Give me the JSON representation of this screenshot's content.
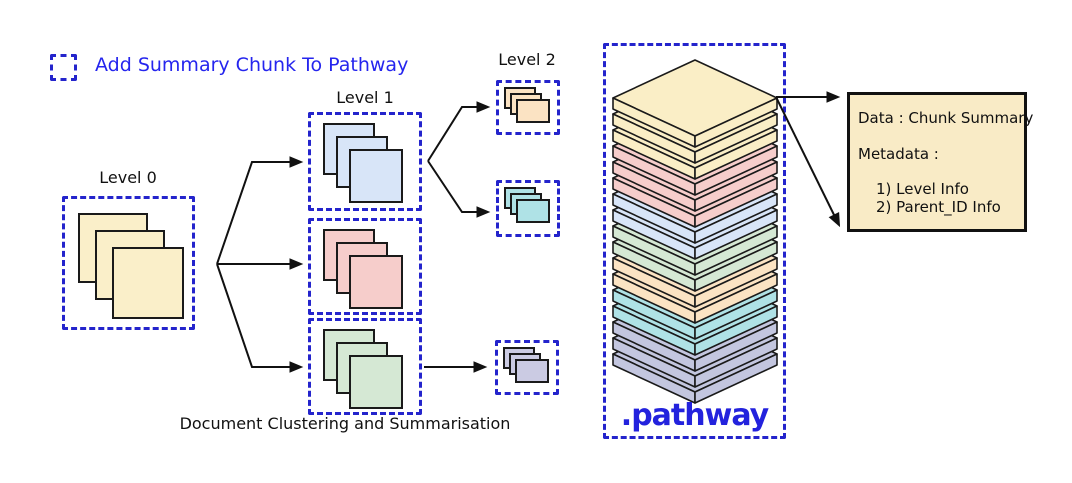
{
  "colors": {
    "accent": "#2424cc",
    "legend_text": "#2525ee",
    "logo": "#2322dd",
    "info_bg": "#F9EBC6",
    "yellow": "#FAEFC9",
    "blue": "#D8E5F8",
    "pink": "#F6CDCB",
    "green": "#D5E8D4",
    "orange": "#FBE3C3",
    "teal": "#AFE2E6",
    "purple": "#CBCBE3"
  },
  "legend": {
    "label": "Add Summary Chunk To Pathway"
  },
  "level0": {
    "label": "Level 0",
    "doc_color": "#FAEFC9"
  },
  "level1": {
    "label": "Level 1",
    "clusters": [
      {
        "name": "blue-cluster",
        "color": "#D8E5F8"
      },
      {
        "name": "pink-cluster",
        "color": "#F6CDCB"
      },
      {
        "name": "green-cluster",
        "color": "#D5E8D4"
      }
    ]
  },
  "level2": {
    "label": "Level 2",
    "clusters": [
      {
        "name": "orange-summary",
        "color": "#FBE3C3"
      },
      {
        "name": "teal-summary",
        "color": "#AFE2E6"
      },
      {
        "name": "purple-summary",
        "color": "#CBCBE3"
      }
    ]
  },
  "caption": "Document Clustering and Summarisation",
  "pathway": {
    "logo": ".pathway",
    "stack": [
      "#FAEEC6",
      "#FAEEC6",
      "#FAEEC6",
      "#F6CDCB",
      "#F6CDCB",
      "#F6CDCB",
      "#D8E5F8",
      "#D8E5F8",
      "#D5E8D4",
      "#D5E8D4",
      "#FBE3C3",
      "#FBE3C3",
      "#AFE2E6",
      "#AFE2E6",
      "#C3C6DF",
      "#C3C6DF",
      "#C3C6DF"
    ]
  },
  "info_box": {
    "line1": "Data : Chunk Summary",
    "line2": "Metadata :",
    "items": [
      "1) Level Info",
      "2) Parent_ID Info"
    ]
  }
}
